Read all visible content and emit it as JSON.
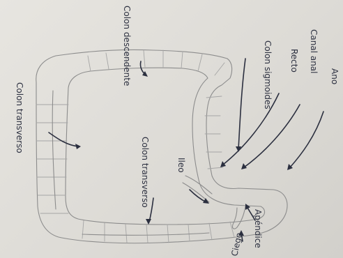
{
  "labels": {
    "colon_transverso_top": "Colon transverso",
    "colon_descendente": "Colon descendente",
    "colon_sigmoides": "Colon sigmoides",
    "recto": "Recto",
    "canal_anal": "Canal anal",
    "ano": "Ano",
    "colon_transverso_middle": "Colon transverso",
    "ileo": "Ileo",
    "ciego": "Ciego",
    "apendice": "Apéndice"
  }
}
